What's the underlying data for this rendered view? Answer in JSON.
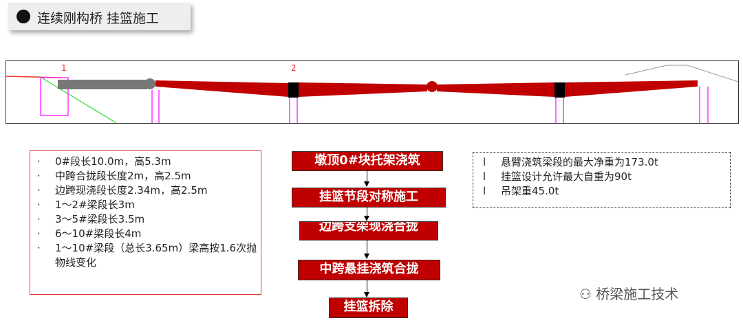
{
  "header": {
    "title": "连续刚构桥  挂篮施工"
  },
  "drawing": {
    "pier_labels": [
      "1",
      "2"
    ],
    "colors": {
      "girder": "#c00000",
      "pier_block": "#000000",
      "side_span": "#777777"
    }
  },
  "specs": [
    "0#段长10.0m，高5.3m",
    "中跨合拢段长度2m，高2.5m",
    "边跨现浇段长度2.34m，高2.5m",
    "1～2#梁段长3m",
    "3～5#梁段长3.5m",
    "6～10#梁段长4m",
    "1～10#梁段（总长3.65m）梁高按1.6次抛物线变化"
  ],
  "steps": [
    "墩顶0#块托架浇筑",
    "挂篮节段对称施工",
    "边跨支架现浇合拢",
    "中跨悬挂浇筑合拢",
    "挂篮拆除"
  ],
  "notes": [
    "悬臂浇筑梁段的最大净重为173.0t",
    "挂篮设计允许最大自重为90t",
    "吊架重45.0t"
  ],
  "watermark": "桥梁施工技术"
}
